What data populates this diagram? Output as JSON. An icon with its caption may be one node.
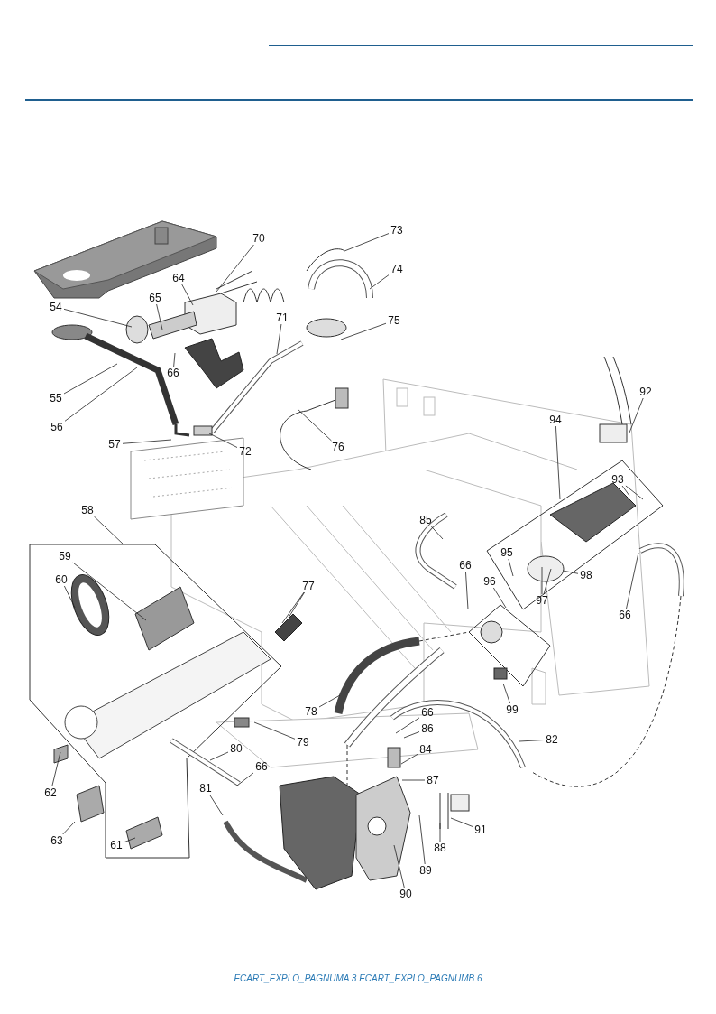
{
  "diagram": {
    "nodes": [
      {
        "text": [
          "70"
        ]
      },
      {
        "text": [
          "73"
        ]
      },
      {
        "text": [
          "64"
        ]
      },
      {
        "text": [
          "74"
        ]
      },
      {
        "text": [
          "54"
        ]
      },
      {
        "text": [
          "65"
        ]
      },
      {
        "text": [
          "75"
        ]
      },
      {
        "text": [
          "71"
        ]
      },
      {
        "text": [
          "55"
        ]
      },
      {
        "text": [
          "66"
        ]
      },
      {
        "text": [
          "56"
        ]
      },
      {
        "text": [
          "76"
        ]
      },
      {
        "text": [
          "57"
        ]
      },
      {
        "text": [
          "72"
        ]
      },
      {
        "text": [
          "92"
        ]
      },
      {
        "text": [
          "94"
        ]
      },
      {
        "text": [
          "93"
        ]
      },
      {
        "text": [
          "58"
        ]
      },
      {
        "text": [
          "85"
        ]
      },
      {
        "text": [
          "59"
        ]
      },
      {
        "text": [
          "95"
        ]
      },
      {
        "text": [
          "66"
        ]
      },
      {
        "text": [
          "98"
        ]
      },
      {
        "text": [
          "60"
        ]
      },
      {
        "text": [
          "96"
        ]
      },
      {
        "text": [
          "77"
        ]
      },
      {
        "text": [
          "97"
        ]
      },
      {
        "text": [
          "66"
        ]
      },
      {
        "text": [
          "99"
        ]
      },
      {
        "text": [
          "78"
        ]
      },
      {
        "text": [
          "66"
        ]
      },
      {
        "text": [
          "86"
        ]
      },
      {
        "text": [
          "82"
        ]
      },
      {
        "text": [
          "79"
        ]
      },
      {
        "text": [
          "80"
        ]
      },
      {
        "text": [
          "84"
        ]
      },
      {
        "text": [
          "66"
        ]
      },
      {
        "text": [
          "87"
        ]
      },
      {
        "text": [
          "81"
        ]
      },
      {
        "text": [
          "62"
        ]
      },
      {
        "text": [
          "91"
        ]
      },
      {
        "text": [
          "63"
        ]
      },
      {
        "text": [
          "61"
        ]
      },
      {
        "text": [
          "88"
        ]
      },
      {
        "text": [
          "89"
        ]
      },
      {
        "text": [
          "90"
        ]
      }
    ],
    "edges": [
      {
        "from": 0,
        "to": null,
        "arrow": "none"
      },
      {
        "from": 1,
        "to": null,
        "arrow": "none"
      },
      {
        "from": 2,
        "to": null,
        "arrow": "none"
      },
      {
        "from": 3,
        "to": null,
        "arrow": "none"
      },
      {
        "from": 4,
        "to": null,
        "arrow": "none"
      },
      {
        "from": 5,
        "to": null,
        "arrow": "none"
      },
      {
        "from": 6,
        "to": null,
        "arrow": "none"
      },
      {
        "from": 7,
        "to": null,
        "arrow": "none"
      },
      {
        "from": 8,
        "to": null,
        "arrow": "none"
      },
      {
        "from": 9,
        "to": null,
        "arrow": "none"
      },
      {
        "from": 10,
        "to": null,
        "arrow": "none"
      },
      {
        "from": 11,
        "to": null,
        "arrow": "none"
      },
      {
        "from": 12,
        "to": null,
        "arrow": "none"
      },
      {
        "from": 13,
        "to": null,
        "arrow": "none"
      },
      {
        "from": 14,
        "to": null,
        "arrow": "none"
      },
      {
        "from": 15,
        "to": null,
        "arrow": "none"
      },
      {
        "from": 16,
        "to": null,
        "arrow": "none"
      },
      {
        "from": 16,
        "to": null,
        "arrow": "none"
      },
      {
        "from": 17,
        "to": null,
        "arrow": "none"
      },
      {
        "from": 18,
        "to": null,
        "arrow": "none"
      },
      {
        "from": 19,
        "to": null,
        "arrow": "none"
      },
      {
        "from": 20,
        "to": null,
        "arrow": "none"
      },
      {
        "from": 21,
        "to": null,
        "arrow": "none"
      },
      {
        "from": 22,
        "to": null,
        "arrow": "none"
      },
      {
        "from": 23,
        "to": null,
        "arrow": "none"
      },
      {
        "from": 24,
        "to": null,
        "arrow": "none"
      },
      {
        "from": 25,
        "to": null,
        "arrow": "none"
      },
      {
        "from": 25,
        "to": null,
        "arrow": "none"
      },
      {
        "from": 26,
        "to": null,
        "arrow": "none"
      },
      {
        "from": 26,
        "to": null,
        "arrow": "none"
      },
      {
        "from": 27,
        "to": null,
        "arrow": "none"
      },
      {
        "from": 28,
        "to": null,
        "arrow": "none"
      },
      {
        "from": 29,
        "to": null,
        "arrow": "none"
      },
      {
        "from": 30,
        "to": null,
        "arrow": "none"
      },
      {
        "from": 31,
        "to": null,
        "arrow": "none"
      },
      {
        "from": 32,
        "to": null,
        "arrow": "none"
      },
      {
        "from": 33,
        "to": null,
        "arrow": "none"
      },
      {
        "from": 34,
        "to": null,
        "arrow": "none"
      },
      {
        "from": 35,
        "to": null,
        "arrow": "none"
      },
      {
        "from": 36,
        "to": null,
        "arrow": "none"
      },
      {
        "from": 37,
        "to": null,
        "arrow": "none"
      },
      {
        "from": 38,
        "to": null,
        "arrow": "none"
      },
      {
        "from": 39,
        "to": null,
        "arrow": "none"
      },
      {
        "from": 40,
        "to": null,
        "arrow": "none"
      },
      {
        "from": 41,
        "to": null,
        "arrow": "none"
      },
      {
        "from": 42,
        "to": null,
        "arrow": "none"
      },
      {
        "from": 43,
        "to": null,
        "arrow": "none"
      },
      {
        "from": 44,
        "to": null,
        "arrow": "none"
      },
      {
        "from": 45,
        "to": null,
        "arrow": "none"
      }
    ],
    "labels": [
      "ECART_EXPLO_PAGNUMA 3 ECART_EXPLO_PAGNUMB 6"
    ]
  }
}
